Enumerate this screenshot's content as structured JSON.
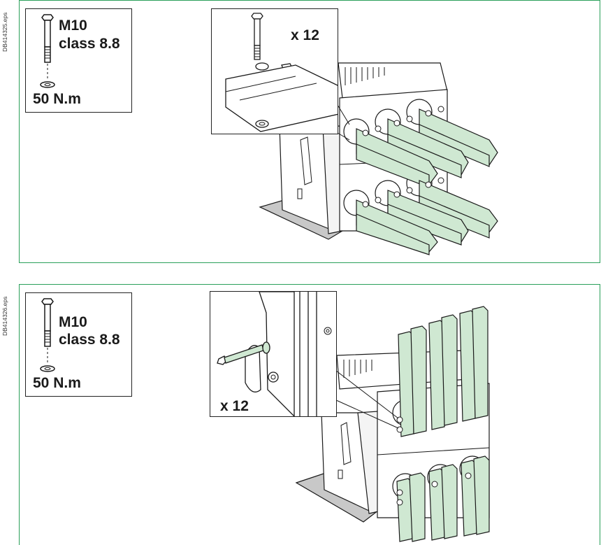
{
  "figures": [
    {
      "file_code": "DB414325.eps",
      "spec": {
        "bolt": "M10",
        "bolt_class": "class 8.8",
        "torque": "50 N.m"
      },
      "detail_quantity": "x 12"
    },
    {
      "file_code": "DB414326.eps",
      "spec": {
        "bolt": "M10",
        "bolt_class": "class 8.8",
        "torque": "50 N.m"
      },
      "detail_quantity": "x 12"
    }
  ],
  "colors": {
    "frame": "#2aa05a",
    "busbar_fill": "#cfe8d2",
    "outline": "#1a1a1a",
    "base_plate": "#c8c8c8"
  }
}
